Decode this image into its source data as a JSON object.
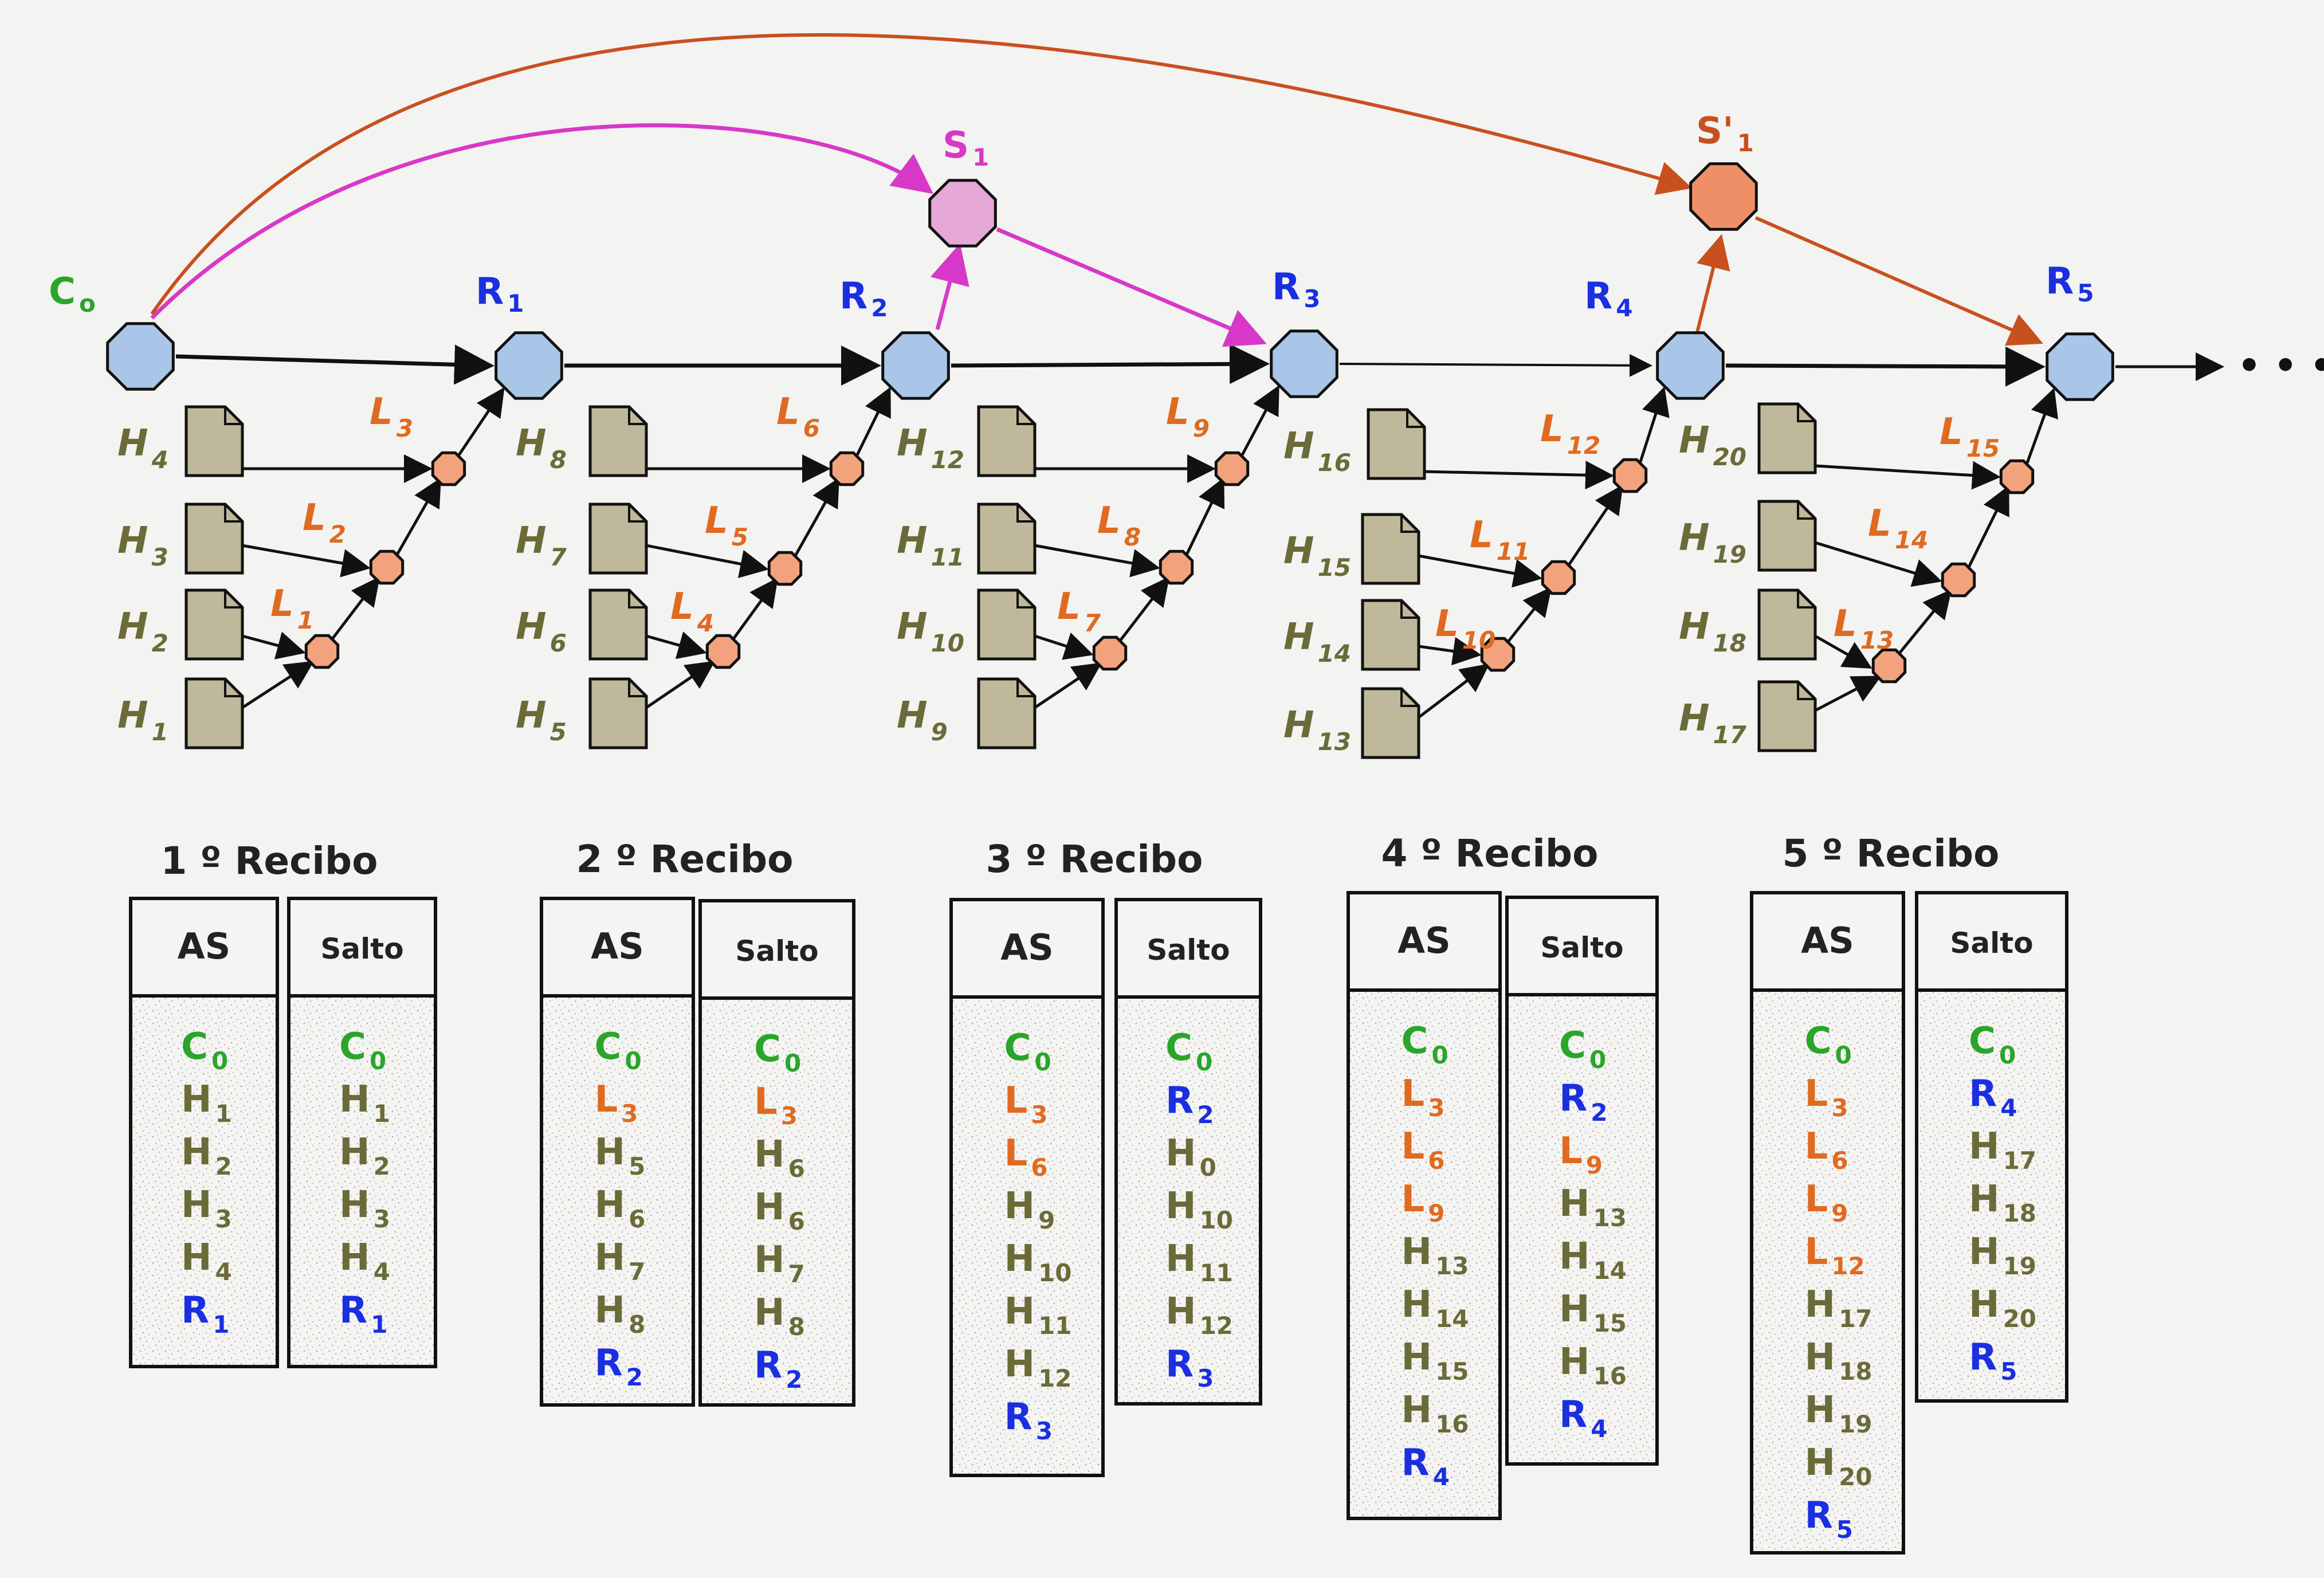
{
  "colors": {
    "green": "#2aa52a",
    "blue": "#1a2fe0",
    "orange": "#e06a20",
    "olive": "#6b6b3a",
    "magenta": "#d838c8",
    "redbrown": "#c8501e",
    "main_node_fill": "#a9c6e8",
    "leaf_fill": "#bfb89a",
    "l_node_fill": "#f2a37e",
    "s1_fill": "#e6a8d6",
    "s1p_fill": "#ef8f68"
  },
  "icons": {
    "document": "document-icon",
    "continuation": "ellipsis"
  },
  "nodes": {
    "C0": {
      "main": "C",
      "sub": "o"
    },
    "R1": {
      "main": "R",
      "sub": "1"
    },
    "R2": {
      "main": "R",
      "sub": "2"
    },
    "R3": {
      "main": "R",
      "sub": "3"
    },
    "R4": {
      "main": "R",
      "sub": "4"
    },
    "R5": {
      "main": "R",
      "sub": "5"
    },
    "S1": {
      "main": "S",
      "sub": "1"
    },
    "S1p": {
      "main": "S'",
      "sub": "1"
    }
  },
  "continuation": "• • •",
  "groups": [
    {
      "h": [
        {
          "main": "H",
          "sub": "1"
        },
        {
          "main": "H",
          "sub": "2"
        },
        {
          "main": "H",
          "sub": "3"
        },
        {
          "main": "H",
          "sub": "4"
        }
      ],
      "l": [
        {
          "main": "L",
          "sub": "1"
        },
        {
          "main": "L",
          "sub": "2"
        },
        {
          "main": "L",
          "sub": "3"
        }
      ]
    },
    {
      "h": [
        {
          "main": "H",
          "sub": "5"
        },
        {
          "main": "H",
          "sub": "6"
        },
        {
          "main": "H",
          "sub": "7"
        },
        {
          "main": "H",
          "sub": "8"
        }
      ],
      "l": [
        {
          "main": "L",
          "sub": "4"
        },
        {
          "main": "L",
          "sub": "5"
        },
        {
          "main": "L",
          "sub": "6"
        }
      ]
    },
    {
      "h": [
        {
          "main": "H",
          "sub": "9"
        },
        {
          "main": "H",
          "sub": "10"
        },
        {
          "main": "H",
          "sub": "11"
        },
        {
          "main": "H",
          "sub": "12"
        }
      ],
      "l": [
        {
          "main": "L",
          "sub": "7"
        },
        {
          "main": "L",
          "sub": "8"
        },
        {
          "main": "L",
          "sub": "9"
        }
      ]
    },
    {
      "h": [
        {
          "main": "H",
          "sub": "13"
        },
        {
          "main": "H",
          "sub": "14"
        },
        {
          "main": "H",
          "sub": "15"
        },
        {
          "main": "H",
          "sub": "16"
        }
      ],
      "l": [
        {
          "main": "L",
          "sub": "10"
        },
        {
          "main": "L",
          "sub": "11"
        },
        {
          "main": "L",
          "sub": "12"
        }
      ]
    },
    {
      "h": [
        {
          "main": "H",
          "sub": "17"
        },
        {
          "main": "H",
          "sub": "18"
        },
        {
          "main": "H",
          "sub": "19"
        },
        {
          "main": "H",
          "sub": "20"
        }
      ],
      "l": [
        {
          "main": "L",
          "sub": "13"
        },
        {
          "main": "L",
          "sub": "14"
        },
        {
          "main": "L",
          "sub": "15"
        }
      ]
    }
  ],
  "receipts": [
    {
      "title": "1 º Recibo",
      "as": {
        "header": "AS",
        "items": [
          {
            "main": "C",
            "sub": "0",
            "color": "green"
          },
          {
            "main": "H",
            "sub": "1",
            "color": "olive"
          },
          {
            "main": "H",
            "sub": "2",
            "color": "olive"
          },
          {
            "main": "H",
            "sub": "3",
            "color": "olive"
          },
          {
            "main": "H",
            "sub": "4",
            "color": "olive"
          },
          {
            "main": "R",
            "sub": "1",
            "color": "blue"
          }
        ]
      },
      "salto": {
        "header": "Salto",
        "items": [
          {
            "main": "C",
            "sub": "0",
            "color": "green"
          },
          {
            "main": "H",
            "sub": "1",
            "color": "olive"
          },
          {
            "main": "H",
            "sub": "2",
            "color": "olive"
          },
          {
            "main": "H",
            "sub": "3",
            "color": "olive"
          },
          {
            "main": "H",
            "sub": "4",
            "color": "olive"
          },
          {
            "main": "R",
            "sub": "1",
            "color": "blue"
          }
        ]
      }
    },
    {
      "title": "2 º Recibo",
      "as": {
        "header": "AS",
        "items": [
          {
            "main": "C",
            "sub": "0",
            "color": "green"
          },
          {
            "main": "L",
            "sub": "3",
            "color": "orange"
          },
          {
            "main": "H",
            "sub": "5",
            "color": "olive"
          },
          {
            "main": "H",
            "sub": "6",
            "color": "olive"
          },
          {
            "main": "H",
            "sub": "7",
            "color": "olive"
          },
          {
            "main": "H",
            "sub": "8",
            "color": "olive"
          },
          {
            "main": "R",
            "sub": "2",
            "color": "blue"
          }
        ]
      },
      "salto": {
        "header": "Salto",
        "items": [
          {
            "main": "C",
            "sub": "0",
            "color": "green"
          },
          {
            "main": "L",
            "sub": "3",
            "color": "orange"
          },
          {
            "main": "H",
            "sub": "6",
            "color": "olive"
          },
          {
            "main": "H",
            "sub": "6",
            "color": "olive"
          },
          {
            "main": "H",
            "sub": "7",
            "color": "olive"
          },
          {
            "main": "H",
            "sub": "8",
            "color": "olive"
          },
          {
            "main": "R",
            "sub": "2",
            "color": "blue"
          }
        ]
      }
    },
    {
      "title": "3 º Recibo",
      "as": {
        "header": "AS",
        "items": [
          {
            "main": "C",
            "sub": "0",
            "color": "green"
          },
          {
            "main": "L",
            "sub": "3",
            "color": "orange"
          },
          {
            "main": "L",
            "sub": "6",
            "color": "orange"
          },
          {
            "main": "H",
            "sub": "9",
            "color": "olive"
          },
          {
            "main": "H",
            "sub": "10",
            "color": "olive"
          },
          {
            "main": "H",
            "sub": "11",
            "color": "olive"
          },
          {
            "main": "H",
            "sub": "12",
            "color": "olive"
          },
          {
            "main": "R",
            "sub": "3",
            "color": "blue"
          }
        ]
      },
      "salto": {
        "header": "Salto",
        "items": [
          {
            "main": "C",
            "sub": "0",
            "color": "green"
          },
          {
            "main": "R",
            "sub": "2",
            "color": "blue"
          },
          {
            "main": "H",
            "sub": "0",
            "color": "olive"
          },
          {
            "main": "H",
            "sub": "10",
            "color": "olive"
          },
          {
            "main": "H",
            "sub": "11",
            "color": "olive"
          },
          {
            "main": "H",
            "sub": "12",
            "color": "olive"
          },
          {
            "main": "R",
            "sub": "3",
            "color": "blue"
          }
        ]
      }
    },
    {
      "title": "4 º Recibo",
      "as": {
        "header": "AS",
        "items": [
          {
            "main": "C",
            "sub": "0",
            "color": "green"
          },
          {
            "main": "L",
            "sub": "3",
            "color": "orange"
          },
          {
            "main": "L",
            "sub": "6",
            "color": "orange"
          },
          {
            "main": "L",
            "sub": "9",
            "color": "orange"
          },
          {
            "main": "H",
            "sub": "13",
            "color": "olive"
          },
          {
            "main": "H",
            "sub": "14",
            "color": "olive"
          },
          {
            "main": "H",
            "sub": "15",
            "color": "olive"
          },
          {
            "main": "H",
            "sub": "16",
            "color": "olive"
          },
          {
            "main": "R",
            "sub": "4",
            "color": "blue"
          }
        ]
      },
      "salto": {
        "header": "Salto",
        "items": [
          {
            "main": "C",
            "sub": "0",
            "color": "green"
          },
          {
            "main": "R",
            "sub": "2",
            "color": "blue"
          },
          {
            "main": "L",
            "sub": "9",
            "color": "orange"
          },
          {
            "main": "H",
            "sub": "13",
            "color": "olive"
          },
          {
            "main": "H",
            "sub": "14",
            "color": "olive"
          },
          {
            "main": "H",
            "sub": "15",
            "color": "olive"
          },
          {
            "main": "H",
            "sub": "16",
            "color": "olive"
          },
          {
            "main": "R",
            "sub": "4",
            "color": "blue"
          }
        ]
      }
    },
    {
      "title": "5 º Recibo",
      "as": {
        "header": "AS",
        "items": [
          {
            "main": "C",
            "sub": "0",
            "color": "green"
          },
          {
            "main": "L",
            "sub": "3",
            "color": "orange"
          },
          {
            "main": "L",
            "sub": "6",
            "color": "orange"
          },
          {
            "main": "L",
            "sub": "9",
            "color": "orange"
          },
          {
            "main": "L",
            "sub": "12",
            "color": "orange"
          },
          {
            "main": "H",
            "sub": "17",
            "color": "olive"
          },
          {
            "main": "H",
            "sub": "18",
            "color": "olive"
          },
          {
            "main": "H",
            "sub": "19",
            "color": "olive"
          },
          {
            "main": "H",
            "sub": "20",
            "color": "olive"
          },
          {
            "main": "R",
            "sub": "5",
            "color": "blue"
          }
        ]
      },
      "salto": {
        "header": "Salto",
        "items": [
          {
            "main": "C",
            "sub": "0",
            "color": "green"
          },
          {
            "main": "R",
            "sub": "4",
            "color": "blue"
          },
          {
            "main": "H",
            "sub": "17",
            "color": "olive"
          },
          {
            "main": "H",
            "sub": "18",
            "color": "olive"
          },
          {
            "main": "H",
            "sub": "19",
            "color": "olive"
          },
          {
            "main": "H",
            "sub": "20",
            "color": "olive"
          },
          {
            "main": "R",
            "sub": "5",
            "color": "blue"
          }
        ]
      }
    }
  ]
}
